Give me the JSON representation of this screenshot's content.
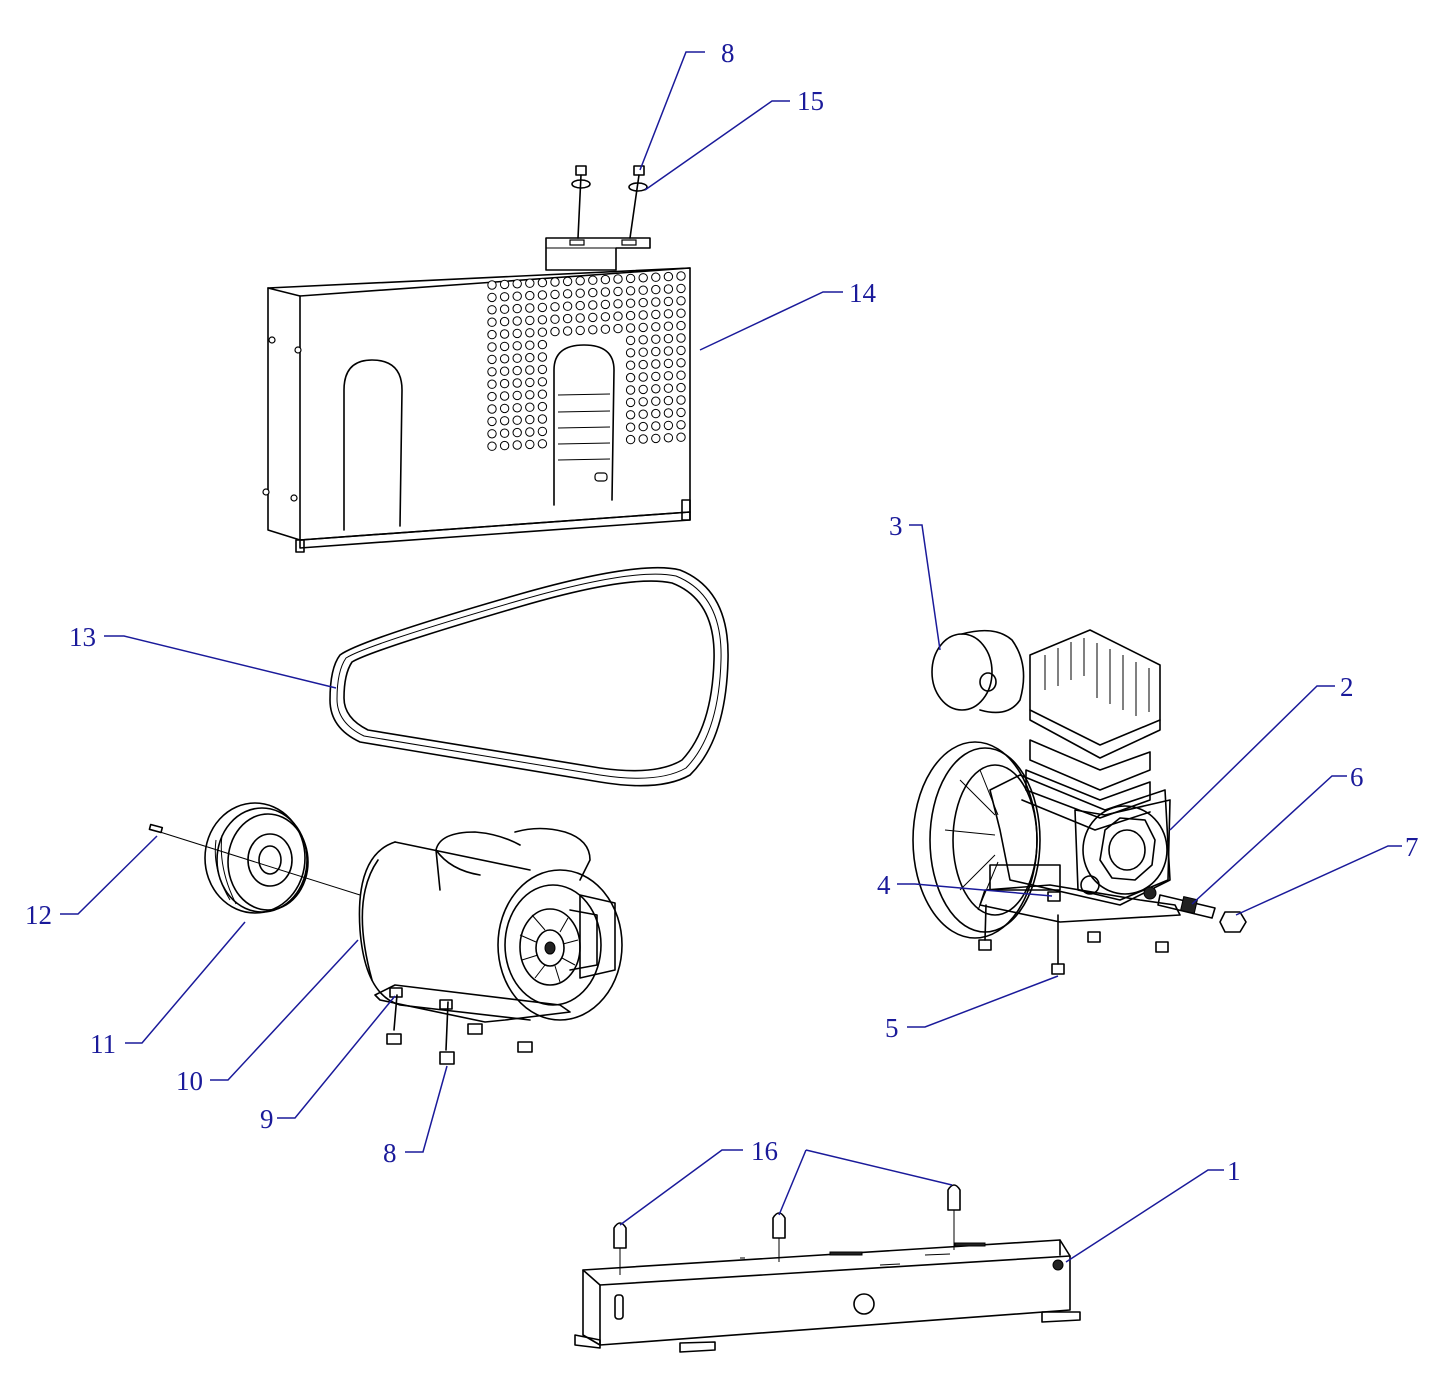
{
  "colors": {
    "callout": "#1a1a9a",
    "line_art": "#000000",
    "background": "#ffffff"
  },
  "callouts": [
    {
      "id": "c8a",
      "label": "8"
    },
    {
      "id": "c15",
      "label": "15"
    },
    {
      "id": "c14",
      "label": "14"
    },
    {
      "id": "c3",
      "label": "3"
    },
    {
      "id": "c2",
      "label": "2"
    },
    {
      "id": "c6",
      "label": "6"
    },
    {
      "id": "c7",
      "label": "7"
    },
    {
      "id": "c4",
      "label": "4"
    },
    {
      "id": "c5",
      "label": "5"
    },
    {
      "id": "c13",
      "label": "13"
    },
    {
      "id": "c12",
      "label": "12"
    },
    {
      "id": "c11",
      "label": "11"
    },
    {
      "id": "c10",
      "label": "10"
    },
    {
      "id": "c9",
      "label": "9"
    },
    {
      "id": "c8b",
      "label": "8"
    },
    {
      "id": "c16",
      "label": "16"
    },
    {
      "id": "c1",
      "label": "1"
    }
  ]
}
